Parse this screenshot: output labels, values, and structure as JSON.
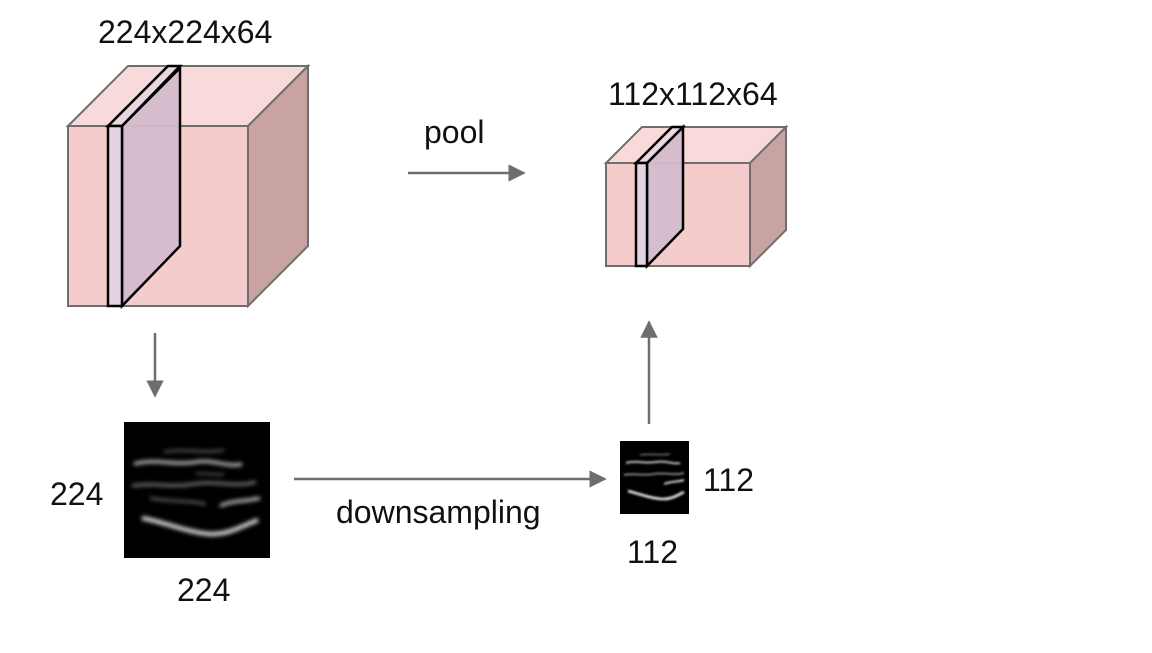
{
  "labels": {
    "input_volume": "224x224x64",
    "output_volume": "112x112x64",
    "pool": "pool",
    "downsampling": "downsampling",
    "big_map_height": "224",
    "big_map_width": "224",
    "small_map_height": "112",
    "small_map_width": "112"
  },
  "colors": {
    "cube_front": "#f4cccc",
    "cube_top": "#f8dada",
    "cube_side": "#c9a2a2",
    "cube_edge": "#6e6e6e",
    "slice_fill": "#d9c3d6",
    "slice_edge": "#000000",
    "arrow": "#6e6e6e",
    "feature_map_bg": "#000000"
  }
}
